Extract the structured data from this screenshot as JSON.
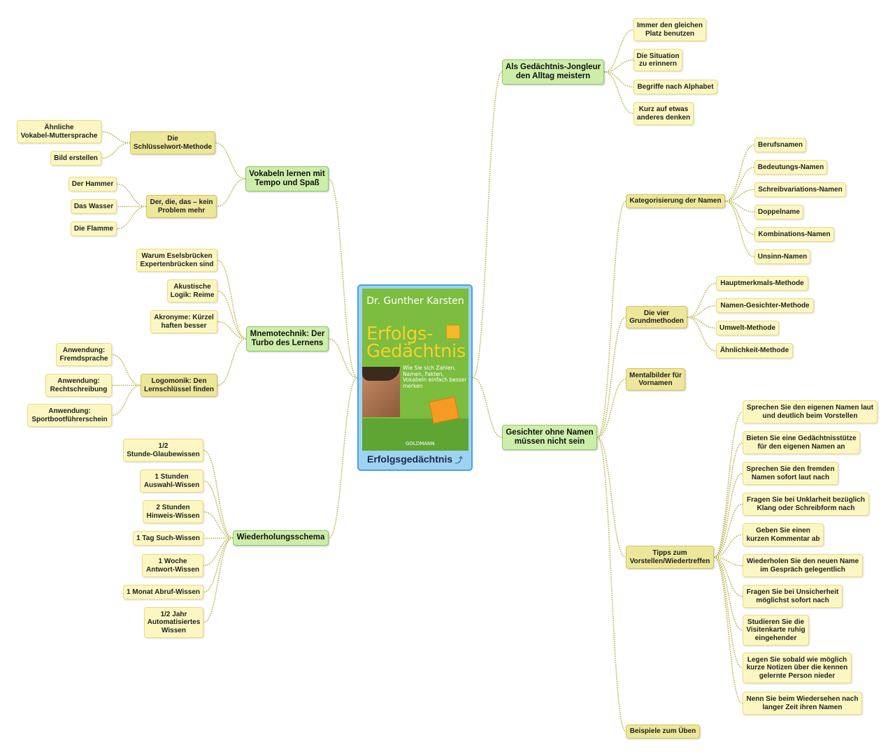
{
  "center": {
    "label": "Erfolgsgedächtnis",
    "link_icon": "link-icon",
    "cover": {
      "author": "Dr. Gunther Karsten",
      "title_line1": "Erfolgs-",
      "title_line2": "Gedächtnis",
      "subtitle": "Wie Sie sich Zahlen, Namen, Fakten, Vokabeln einfach besser merken",
      "publisher": "GOLDMANN"
    }
  },
  "colors": {
    "line": "#b7b24a",
    "main_fill": "#cdeeaa",
    "sub_fill": "#ece79a",
    "leaf_fill": "#fcf7c2",
    "center_border": "#4aa2dc"
  },
  "branches": {
    "b1": {
      "label": "Als Gedächtnis-Jongleur\nden Alltag meistern",
      "children": {
        "c1": {
          "label": "Immer den gleichen\nPlatz benutzen"
        },
        "c2": {
          "label": "Die Situation\nzu erinnern"
        },
        "c3": {
          "label": "Begriffe nach Alphabet"
        },
        "c4": {
          "label": "Kurz auf etwas\nanderes denken"
        }
      }
    },
    "b2": {
      "label": "Gesichter ohne Namen\nmüssen nicht sein",
      "children": {
        "k": {
          "label": "Kategorisierung der Namen",
          "children": {
            "k1": {
              "label": "Berufsnamen"
            },
            "k2": {
              "label": "Bedeutungs-Namen"
            },
            "k3": {
              "label": "Schreibvariations-Namen"
            },
            "k4": {
              "label": "Doppelname"
            },
            "k5": {
              "label": "Kombinations-Namen"
            },
            "k6": {
              "label": "Unsinn-Namen"
            }
          }
        },
        "g": {
          "label": "Die vier\nGrundmethoden",
          "children": {
            "g1": {
              "label": "Hauptmerkmals-Methode"
            },
            "g2": {
              "label": "Namen-Gesichter-Methode"
            },
            "g3": {
              "label": "Umwelt-Methode"
            },
            "g4": {
              "label": "Ähnlichkeit-Methode"
            }
          }
        },
        "m": {
          "label": "Mentalbilder für\nVornamen"
        },
        "t": {
          "label": "Tipps zum\nVorstellen/Wiedertreffen",
          "children": {
            "t1": {
              "label": "Sprechen Sie den eigenen Namen laut\nund deutlich beim Vorstellen"
            },
            "t2": {
              "label": "Bieten Sie eine Gedächtnisstütze\nfür den eigenen Namen an"
            },
            "t3": {
              "label": "Sprechen Sie den fremden\nNamen sofort laut nach"
            },
            "t4": {
              "label": "Fragen Sie bei Unklarheit bezüglich\nKlang oder Schreibform nach"
            },
            "t5": {
              "label": "Geben Sie einen\nkurzen Kommentar ab"
            },
            "t6": {
              "label": "Wiederholen Sie den neuen Name\nim Gespräch gelegentlich"
            },
            "t7": {
              "label": "Fragen Sie bei Unsicherheit\nmöglichst sofort nach"
            },
            "t8": {
              "label": "Studieren Sie die\nVisitenkarte ruhig\neingehender"
            },
            "t9": {
              "label": "Legen Sie sobald wie möglich\nkurze Notizen über die kennen\ngelernte Person nieder"
            },
            "t10": {
              "label": "Nenn Sie beim Wiedersehen nach\nlanger Zeit ihren Namen"
            }
          }
        },
        "e": {
          "label": "Beispiele zum Üben"
        }
      }
    },
    "b3": {
      "label": "Vokabeln lernen mit\nTempo und Spaß",
      "children": {
        "s": {
          "label": "Die\nSchlüsselwort-Methode",
          "children": {
            "s1": {
              "label": "Ähnliche\nVokabel-Muttersprache"
            },
            "s2": {
              "label": "Bild erstellen"
            }
          }
        },
        "d": {
          "label": "Der, die, das – kein\nProblem mehr",
          "children": {
            "d1": {
              "label": "Der Hammer"
            },
            "d2": {
              "label": "Das Wasser"
            },
            "d3": {
              "label": "Die Flamme"
            }
          }
        }
      }
    },
    "b4": {
      "label": "Mnemotechnik: Der\nTurbo des Lernens",
      "children": {
        "n1": {
          "label": "Warum Eselsbrücken\nExpertenbrücken sind"
        },
        "n2": {
          "label": "Akustische\nLogik: Reime"
        },
        "n3": {
          "label": "Akronyme: Kürzel\nhaften besser"
        },
        "l": {
          "label": "Logomonik: Den\nLernschlüssel finden",
          "children": {
            "l1": {
              "label": "Anwendung:\nFremdsprache"
            },
            "l2": {
              "label": "Anwendung:\nRechtschreibung"
            },
            "l3": {
              "label": "Anwendung:\nSportbootführerschein"
            }
          }
        }
      }
    },
    "b5": {
      "label": "Wiederholungsschema",
      "children": {
        "w1": {
          "label": "1/2\nStunde-Glaubewissen"
        },
        "w2": {
          "label": "1 Stunden\nAuswahl-Wissen"
        },
        "w3": {
          "label": "2 Stunden\nHinweis-Wissen"
        },
        "w4": {
          "label": "1 Tag Such-Wissen"
        },
        "w5": {
          "label": "1 Woche\nAntwort-Wissen"
        },
        "w6": {
          "label": "1 Monat Abruf-Wissen"
        },
        "w7": {
          "label": "1/2 Jahr\nAutomatisiertes\nWissen"
        }
      }
    }
  }
}
